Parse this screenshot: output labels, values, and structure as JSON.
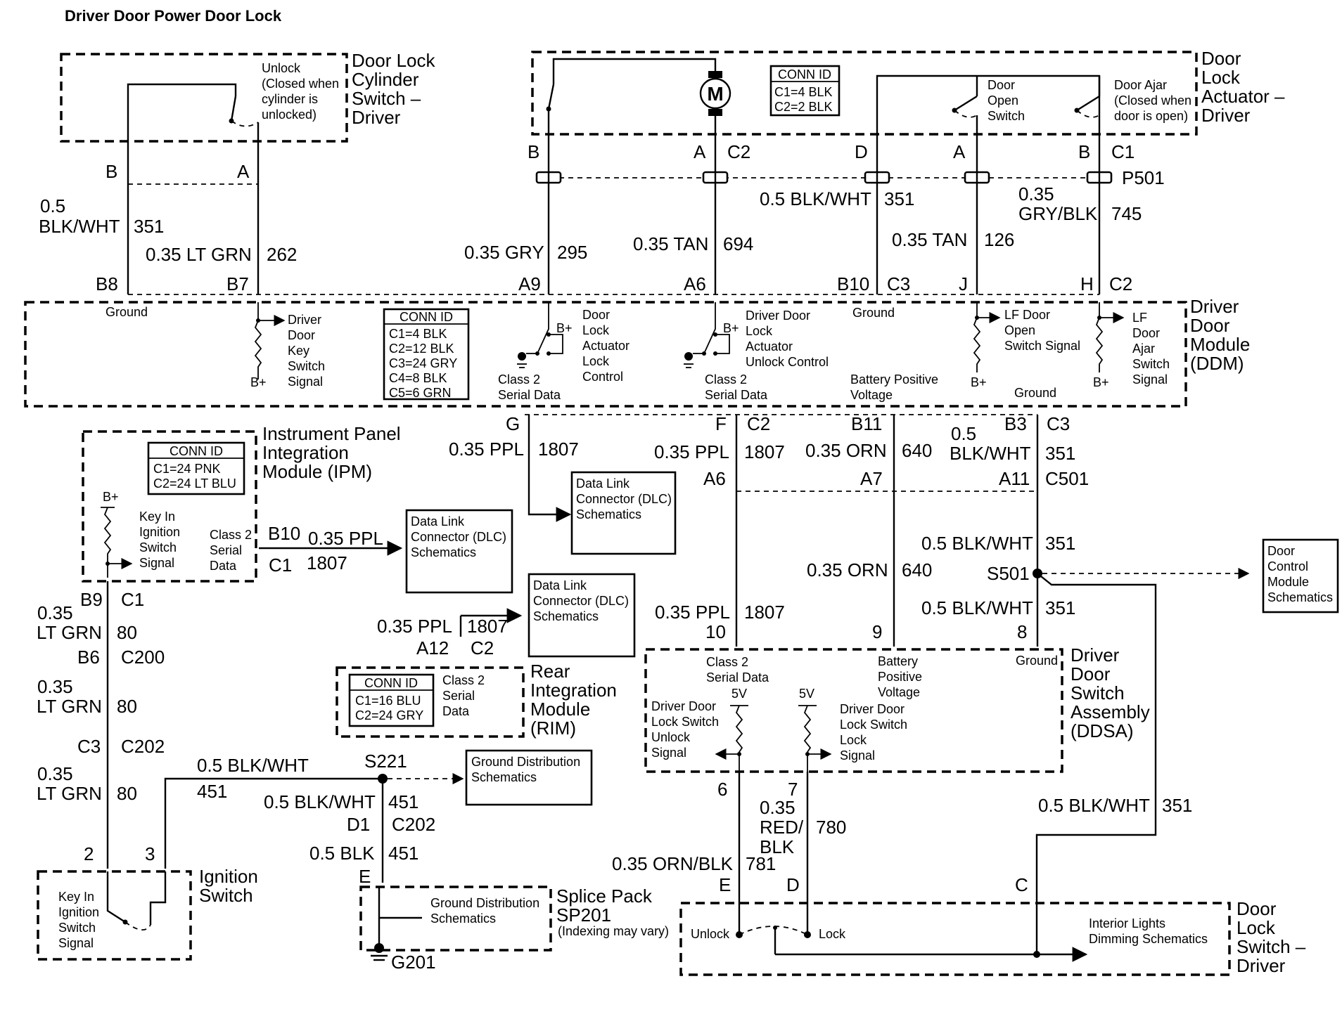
{
  "title": "Driver Door Power Door Lock",
  "components": {
    "cyl_switch": {
      "name": [
        "Door Lock",
        "Cylinder",
        "Switch –",
        "Driver"
      ],
      "contact": [
        "Unlock",
        "(Closed when",
        "cylinder is",
        "unlocked)"
      ],
      "pins": [
        "B",
        "A"
      ]
    },
    "actuator": {
      "name": [
        "Door",
        "Lock",
        "Actuator –",
        "Driver"
      ],
      "motor": "M",
      "conn_id": [
        "CONN ID",
        "C1=4 BLK",
        "C2=2 BLK"
      ],
      "door_open": [
        "Door",
        "Open",
        "Switch"
      ],
      "door_ajar": [
        "Door Ajar",
        "(Closed when",
        "door is open)"
      ],
      "pins": [
        "B",
        "A",
        "C2",
        "D",
        "A",
        "B",
        "C1"
      ],
      "splice": "P501"
    },
    "ddm": {
      "name": [
        "Driver",
        "Door",
        "Module",
        "(DDM)"
      ],
      "conn_id": [
        "CONN ID",
        "C1=4 BLK",
        "C2=12 BLK",
        "C3=24 GRY",
        "C4=8 BLK",
        "C5=6 GRN"
      ],
      "ground1": "Ground",
      "key_switch": [
        "Driver",
        "Door",
        "Key",
        "Switch",
        "Signal"
      ],
      "bplus": "B+",
      "lock_ctrl": [
        "Door",
        "Lock",
        "Actuator",
        "Lock",
        "Control"
      ],
      "serial1": [
        "Class 2",
        "Serial Data"
      ],
      "unlock_ctrl": [
        "Driver Door",
        "Lock",
        "Actuator",
        "Unlock Control"
      ],
      "serial2": [
        "Class 2",
        "Serial Data"
      ],
      "ground2": "Ground",
      "batt": [
        "Battery Positive",
        "Voltage"
      ],
      "lf_open": [
        "LF Door",
        "Open",
        "Switch Signal"
      ],
      "ground3": "Ground",
      "lf_ajar": [
        "LF",
        "Door",
        "Ajar",
        "Switch",
        "Signal"
      ],
      "top_pins": [
        "B8",
        "B7",
        "A9",
        "A6",
        "B10",
        "C3",
        "J",
        "H",
        "C2"
      ],
      "bot_pins": [
        "G",
        "F",
        "C2",
        "B11",
        "B3",
        "C3"
      ]
    },
    "ipm": {
      "name": [
        "Instrument Panel",
        "Integration",
        "Module (IPM)"
      ],
      "conn_id": [
        "CONN ID",
        "C1=24 PNK",
        "C2=24 LT BLU"
      ],
      "bplus": "B+",
      "key_in": [
        "Key In",
        "Ignition",
        "Switch",
        "Signal"
      ],
      "serial": [
        "Class 2",
        "Serial",
        "Data"
      ],
      "pins": [
        "B10",
        "C1",
        "B9",
        "C1"
      ]
    },
    "dlc1": [
      "Data Link",
      "Connector (DLC)",
      "Schematics"
    ],
    "dlc2": [
      "Data Link",
      "Connector (DLC)",
      "Schematics"
    ],
    "dlc3": [
      "Data Link",
      "Connector (DLC)",
      "Schematics"
    ],
    "rim": {
      "name": [
        "Rear",
        "Integration",
        "Module",
        "(RIM)"
      ],
      "conn_id": [
        "CONN ID",
        "C1=16 BLU",
        "C2=24 GRY"
      ],
      "serial": [
        "Class 2",
        "Serial",
        "Data"
      ],
      "pins": [
        "A12",
        "C2"
      ]
    },
    "dcm": [
      "Door",
      "Control",
      "Module",
      "Schematics"
    ],
    "ddsa": {
      "name": [
        "Driver",
        "Door",
        "Switch",
        "Assembly",
        "(DDSA)"
      ],
      "serial": [
        "Class 2",
        "Serial Data"
      ],
      "batt": [
        "Battery",
        "Positive",
        "Voltage"
      ],
      "ground": "Ground",
      "v1": "5V",
      "v2": "5V",
      "unlock_sig": [
        "Driver Door",
        "Lock Switch",
        "Unlock",
        "Signal"
      ],
      "lock_sig": [
        "Driver Door",
        "Lock Switch",
        "Lock",
        "Signal"
      ],
      "pins": [
        "10",
        "9",
        "8",
        "6",
        "7"
      ]
    },
    "gds1": [
      "Ground Distribution",
      "Schematics"
    ],
    "gds2": [
      "Ground Distribution",
      "Schematics"
    ],
    "ign": {
      "name": [
        "Ignition",
        "Switch"
      ],
      "key_in": [
        "Key In",
        "Ignition",
        "Switch",
        "Signal"
      ],
      "pins": [
        "2",
        "3"
      ]
    },
    "splice_pack": {
      "name": [
        "Splice Pack",
        "SP201"
      ],
      "note": "(Indexing may vary)"
    },
    "dls": {
      "name": [
        "Door",
        "Lock",
        "Switch –",
        "Driver"
      ],
      "unlock": "Unlock",
      "lock": "Lock",
      "dimming": [
        "Interior Lights",
        "Dimming Schematics"
      ],
      "pins": [
        "E",
        "D",
        "C"
      ]
    }
  },
  "connectors": {
    "c200": [
      "B6",
      "C200"
    ],
    "c202a": [
      "C3",
      "C202"
    ],
    "c501": [
      "A6",
      "A7",
      "A11",
      "C501"
    ],
    "s501": "S501",
    "s221": "S221",
    "d1c202": [
      "D1",
      "C202"
    ],
    "e": "E",
    "g201": "G201"
  },
  "wires": [
    {
      "gauge": "0.5 BLK/WHT",
      "gauge_lines": [
        "0.5",
        "BLK/WHT"
      ],
      "circuit": "351"
    },
    {
      "gauge": "0.35 LT GRN",
      "circuit": "262"
    },
    {
      "gauge": "0.35 GRY",
      "circuit": "295"
    },
    {
      "gauge": "0.35 TAN",
      "circuit": "694"
    },
    {
      "gauge": "0.5 BLK/WHT",
      "circuit": "351"
    },
    {
      "gauge": "0.35 TAN",
      "circuit": "126"
    },
    {
      "gauge_lines": [
        "0.35",
        "GRY/BLK"
      ],
      "circuit": "745"
    },
    {
      "gauge": "0.35 PPL",
      "circuit": "1807"
    },
    {
      "gauge": "0.35 PPL",
      "circuit": "1807"
    },
    {
      "gauge": "0.35 ORN",
      "circuit": "640"
    },
    {
      "gauge_lines": [
        "0.5",
        "BLK/WHT"
      ],
      "circuit": "351"
    },
    {
      "gauge": "0.35 PPL",
      "circuit": "1807"
    },
    {
      "gauge": "0.5 BLK/WHT",
      "circuit": "351"
    },
    {
      "gauge": "0.35 ORN",
      "circuit": "640"
    },
    {
      "gauge": "0.35 PPL",
      "circuit": "1807"
    },
    {
      "gauge": "0.5 BLK/WHT",
      "circuit": "351"
    },
    {
      "gauge": "0.35 PPL",
      "circuit": "1807"
    },
    {
      "gauge_lines": [
        "0.35",
        "LT GRN"
      ],
      "circuit": "80"
    },
    {
      "gauge_lines": [
        "0.35",
        "LT GRN"
      ],
      "circuit": "80"
    },
    {
      "gauge_lines": [
        "0.35",
        "LT GRN"
      ],
      "circuit": "80"
    },
    {
      "gauge": "0.5 BLK/WHT",
      "circuit": "451"
    },
    {
      "gauge": "0.5 BLK/WHT",
      "circuit": "451"
    },
    {
      "gauge": "0.5 BLK",
      "circuit": "451"
    },
    {
      "gauge": "0.35 ORN/BLK",
      "circuit": "781"
    },
    {
      "gauge_lines": [
        "0.35",
        "RED/",
        "BLK"
      ],
      "circuit": "780"
    },
    {
      "gauge": "0.5 BLK/WHT",
      "circuit": "351"
    }
  ]
}
